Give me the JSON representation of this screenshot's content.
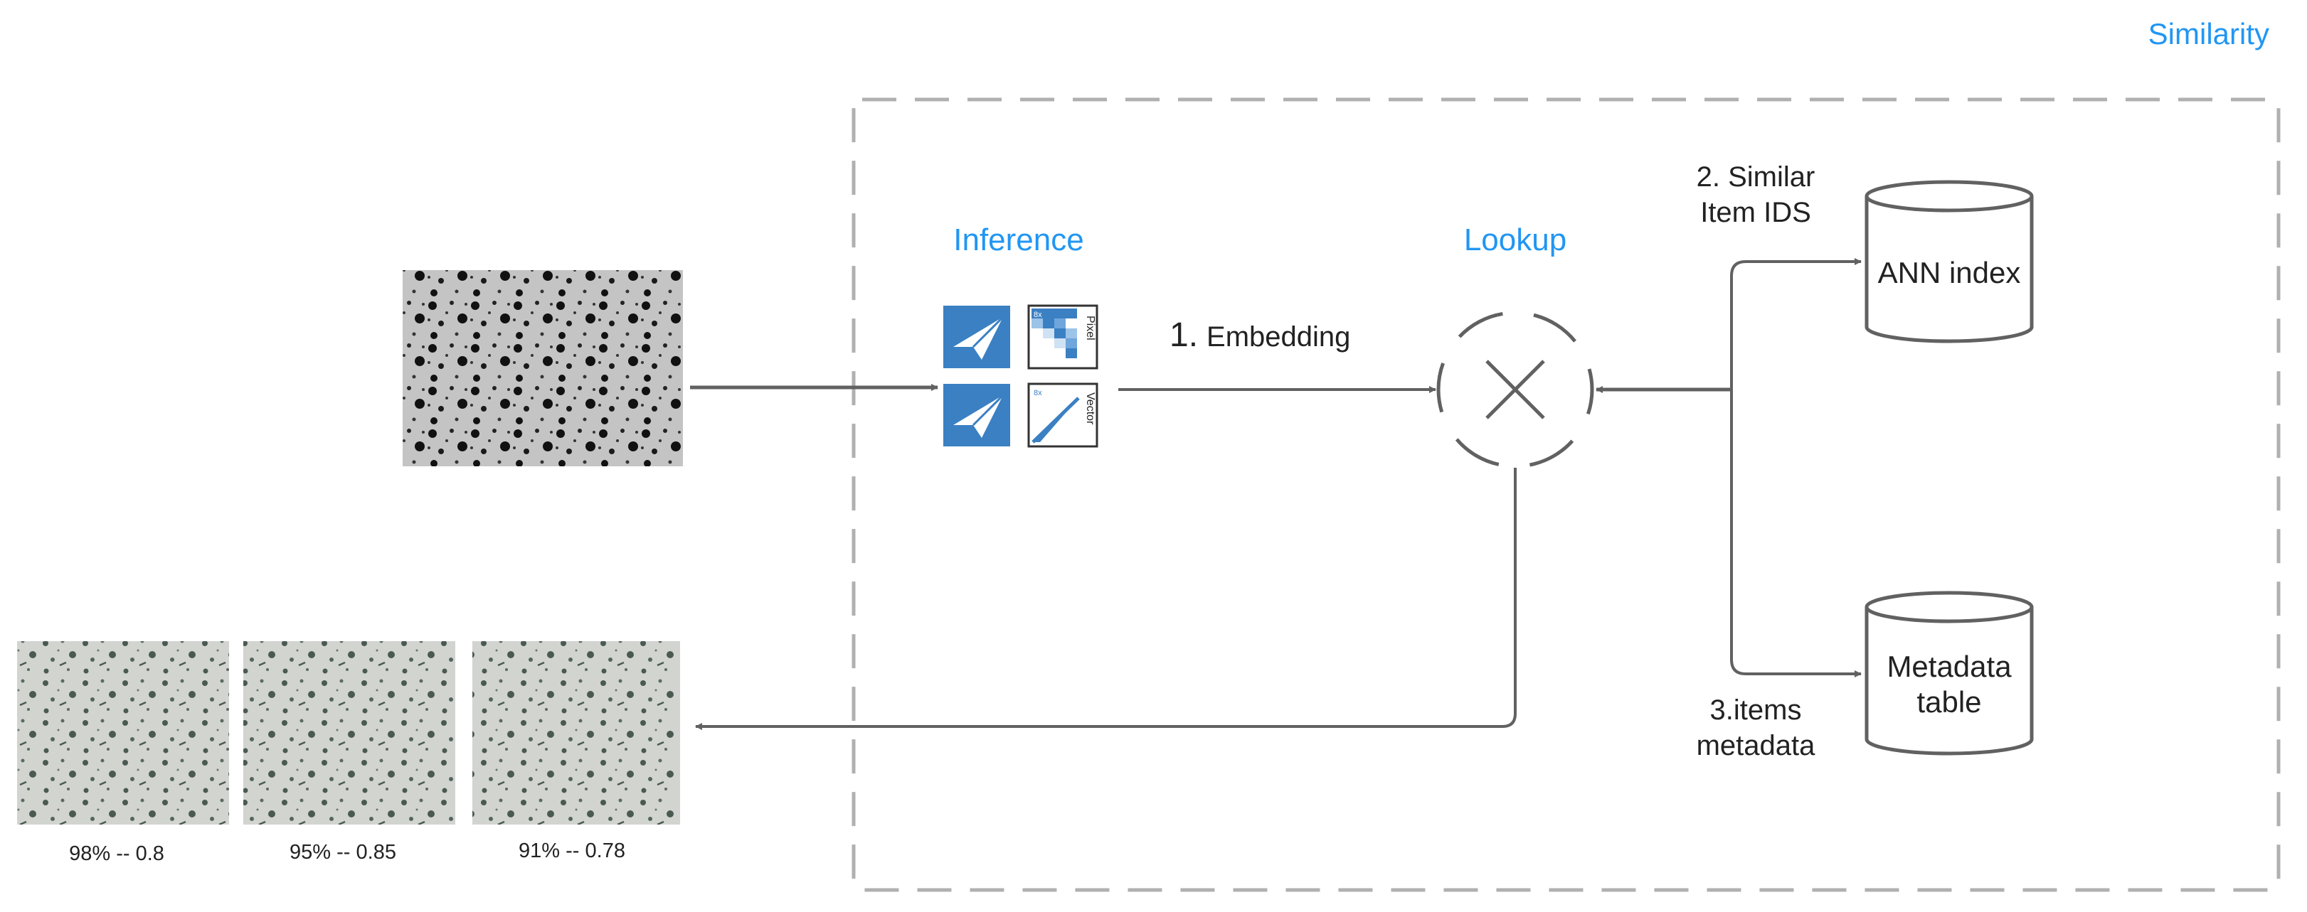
{
  "header": {
    "title": "Similarity"
  },
  "sections": {
    "inference": "Inference",
    "lookup": "Lookup"
  },
  "flow": {
    "step1_number": "1.",
    "step1_label": "Embedding",
    "step2_line1": "2. Similar",
    "step2_line2": "Item IDS",
    "step3_line1": "3.items",
    "step3_line2": "metadata"
  },
  "stores": {
    "ann_index": "ANN index",
    "metadata_line1": "Metadata",
    "metadata_line2": "table"
  },
  "model_icons": {
    "pixel_label": "Pixel",
    "vector_label": "Vector",
    "corner_tag": "8x"
  },
  "results": [
    {
      "caption": "98% -- 0.8"
    },
    {
      "caption": "95% -- 0.85"
    },
    {
      "caption": "91% -- 0.78"
    }
  ],
  "colors": {
    "accent": "#2196f3",
    "stroke": "#616161",
    "dashed_border": "#b0b0b0",
    "icon_blue": "#3a80c3"
  },
  "icons": [
    "paper-plane-icon",
    "pixel-grid-icon",
    "vector-wedge-icon",
    "lookup-cross-icon",
    "database-icon"
  ]
}
